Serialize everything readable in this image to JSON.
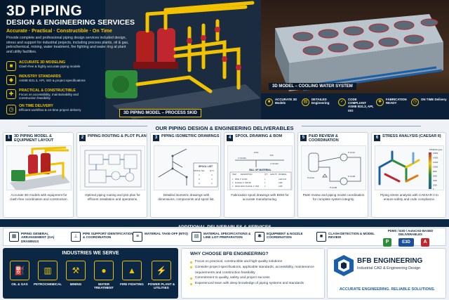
{
  "hero": {
    "title": "3D PIPING",
    "subtitle": "DESIGN & ENGINEERING SERVICES",
    "tagline": "Accurate · Practical · Constructible · On Time",
    "intro": "Provide complete and professional piping design services included design, stress and support for industrial projects, including process plants, oil & gas, petrochemical, mining, water treatment, fire fighting and water ring at plant and utility facilities.",
    "features": [
      {
        "title": "ACCURATE 3D MODELING",
        "desc": "Clash-free & highly accurate piping models",
        "icon": "cube-icon"
      },
      {
        "title": "INDUSTRY STANDARDS",
        "desc": "ASME B31.3, API, ISO & project specifications",
        "icon": "shield-icon"
      },
      {
        "title": "PRACTICAL & CONSTRUCTIBLE",
        "desc": "Focus on accessibility, maintainability and construction feasibility",
        "icon": "wrench-icon"
      },
      {
        "title": "ON TIME DELIVERY",
        "desc": "Efficient workflow & on-time project delivery",
        "icon": "clock-icon"
      }
    ],
    "skid_label": "3D PIPING MODEL – PROCESS SKID",
    "cooling_label": "3D MODEL – COOLING WATER SYSTEM",
    "stats": [
      {
        "label": "ACCURATE 3D Models",
        "icon": "cube-icon"
      },
      {
        "label": "DETAILED Engineering",
        "icon": "document-icon"
      },
      {
        "label": "CODE COMPLIANT ASME B31.3, API, ISO",
        "icon": "check-icon"
      },
      {
        "label": "FABRICATION READY",
        "icon": "gear-icon"
      },
      {
        "label": "ON TIME Delivery",
        "icon": "clock-icon"
      }
    ]
  },
  "deliverables": {
    "header": "OUR PIPING DESIGN & ENGINEERING DELIVERABLES",
    "cards": [
      {
        "num": "1",
        "title": "3D PIPING MODEL & EQUIPMENT LAYOUT",
        "desc": "Accurate 3D models with equipment for clash-free coordination and construction."
      },
      {
        "num": "2",
        "title": "PIPING ROUTING & PLOT PLAN",
        "desc": "Optimal piping routing and plot plan for efficient installation and operations."
      },
      {
        "num": "3",
        "title": "PIPING ISOMETRIC DRAWINGS",
        "desc": "Detailed isometric drawings with dimensions, components and spool list."
      },
      {
        "num": "4",
        "title": "SPOOL DRAWING & BOM",
        "desc": "Fabrication spool drawings with BOM for accurate manufacturing."
      },
      {
        "num": "5",
        "title": "P&ID REVIEW & COORDINATION",
        "desc": "P&ID review and piping model coordination for complete system integrity."
      },
      {
        "num": "6",
        "title": "STRESS ANALYSIS (CAESAR II)",
        "desc": "Piping stress analysis with CAESAR II to ensure safety and code compliance."
      }
    ],
    "iso_spool_list": {
      "title": "SPOOL LIST",
      "headers": [
        "SPOOL NO.",
        "QTY"
      ],
      "rows": [
        [
          "1",
          "1"
        ],
        [
          "2",
          "1"
        ],
        [
          "3",
          "1"
        ]
      ]
    },
    "bom": {
      "title": "BILL OF MATERIAL",
      "headers": [
        "ITEM",
        "DESCRIPTION",
        "QTY",
        "LENGTH",
        "MATERIAL"
      ],
      "rows": [
        [
          "1",
          "PIPE, 2\" SCH40",
          "1",
          "",
          "A106 Gr.B"
        ],
        [
          "2",
          "FLANGE, 2\" 150# RF",
          "1",
          "",
          "A105"
        ],
        [
          "3",
          "WELD NECK FLANGE, 2\" 150#",
          "2",
          "",
          "A105"
        ]
      ],
      "dims": [
        "1219",
        "400",
        "2\"-SCH40",
        "2\"-SCH40"
      ]
    },
    "pid": {
      "tags": [
        "P-101A",
        "P-101B",
        "P-101A",
        "P-101B"
      ]
    },
    "stress": {
      "scale_title": "STRESS (psi)",
      "scale_values": [
        "16000",
        "14000",
        "12000",
        "10000",
        "8000",
        "6000",
        "4000",
        "2000",
        "0"
      ]
    }
  },
  "additional": {
    "header": "ADDITIONAL DELIVERABLES & SERVICES",
    "items": [
      {
        "label": "PIPING GENERAL ARRANGEMENT (GA) DRAWINGS",
        "icon": "drawing-icon"
      },
      {
        "label": "PIPE SUPPORT IDENTIFICATION & COORDINATION",
        "icon": "support-icon"
      },
      {
        "label": "MATERIAL TAKE-OFF (MTO)",
        "icon": "list-icon"
      },
      {
        "label": "MATERIAL SPECIFICATIONS & LINE LIST PREPARATION",
        "icon": "clipboard-icon"
      },
      {
        "label": "EQUIPMENT & NOZZLE COORDINATION",
        "icon": "gear-icon"
      },
      {
        "label": "CLASH DETECTION & MODEL REVIEW",
        "icon": "cube-icon"
      }
    ],
    "software_label": "PDMS / E3D / AutoCAD BASED DELIVERABLES",
    "software": [
      {
        "label": "P",
        "color": "#2e8b3a"
      },
      {
        "label": "E3D",
        "color": "#1a4f9c"
      },
      {
        "label": "A",
        "color": "#c0262d"
      }
    ]
  },
  "industries": {
    "title": "INDUSTRIES WE SERVE",
    "items": [
      {
        "label": "OIL & GAS",
        "icon": "oil-rig-icon"
      },
      {
        "label": "PETROCHEMICAL",
        "icon": "factory-icon"
      },
      {
        "label": "MINING",
        "icon": "mining-icon"
      },
      {
        "label": "WATER TREATMENT",
        "icon": "water-drop-icon"
      },
      {
        "label": "FIRE FIGHTING",
        "icon": "fire-icon"
      },
      {
        "label": "POWER PLANT & UTILITIES",
        "icon": "power-plant-icon"
      }
    ]
  },
  "why": {
    "title": "WHY CHOOSE BFB ENGINEERING?",
    "items": [
      "Focus on practical, constructible and high-quality solutions",
      "Consider project specifications, applicable standards, accessibility, maintenance requirements and construction feasibility",
      "Commitment to quality, safety and project success",
      "Experienced team with deep knowledge of piping systems and standards"
    ]
  },
  "brand": {
    "name": "BFB ENGINEERING",
    "sub": "Industrial CAD & Engineering Design",
    "slogan": "ACCURATE ENGINEERING. RELIABLE SOLUTIONS.",
    "color": "#1a5fa8"
  },
  "colors": {
    "navy": "#0c2743",
    "yellow": "#f2c200",
    "red": "#c0262d",
    "green": "#2e8b3a"
  }
}
